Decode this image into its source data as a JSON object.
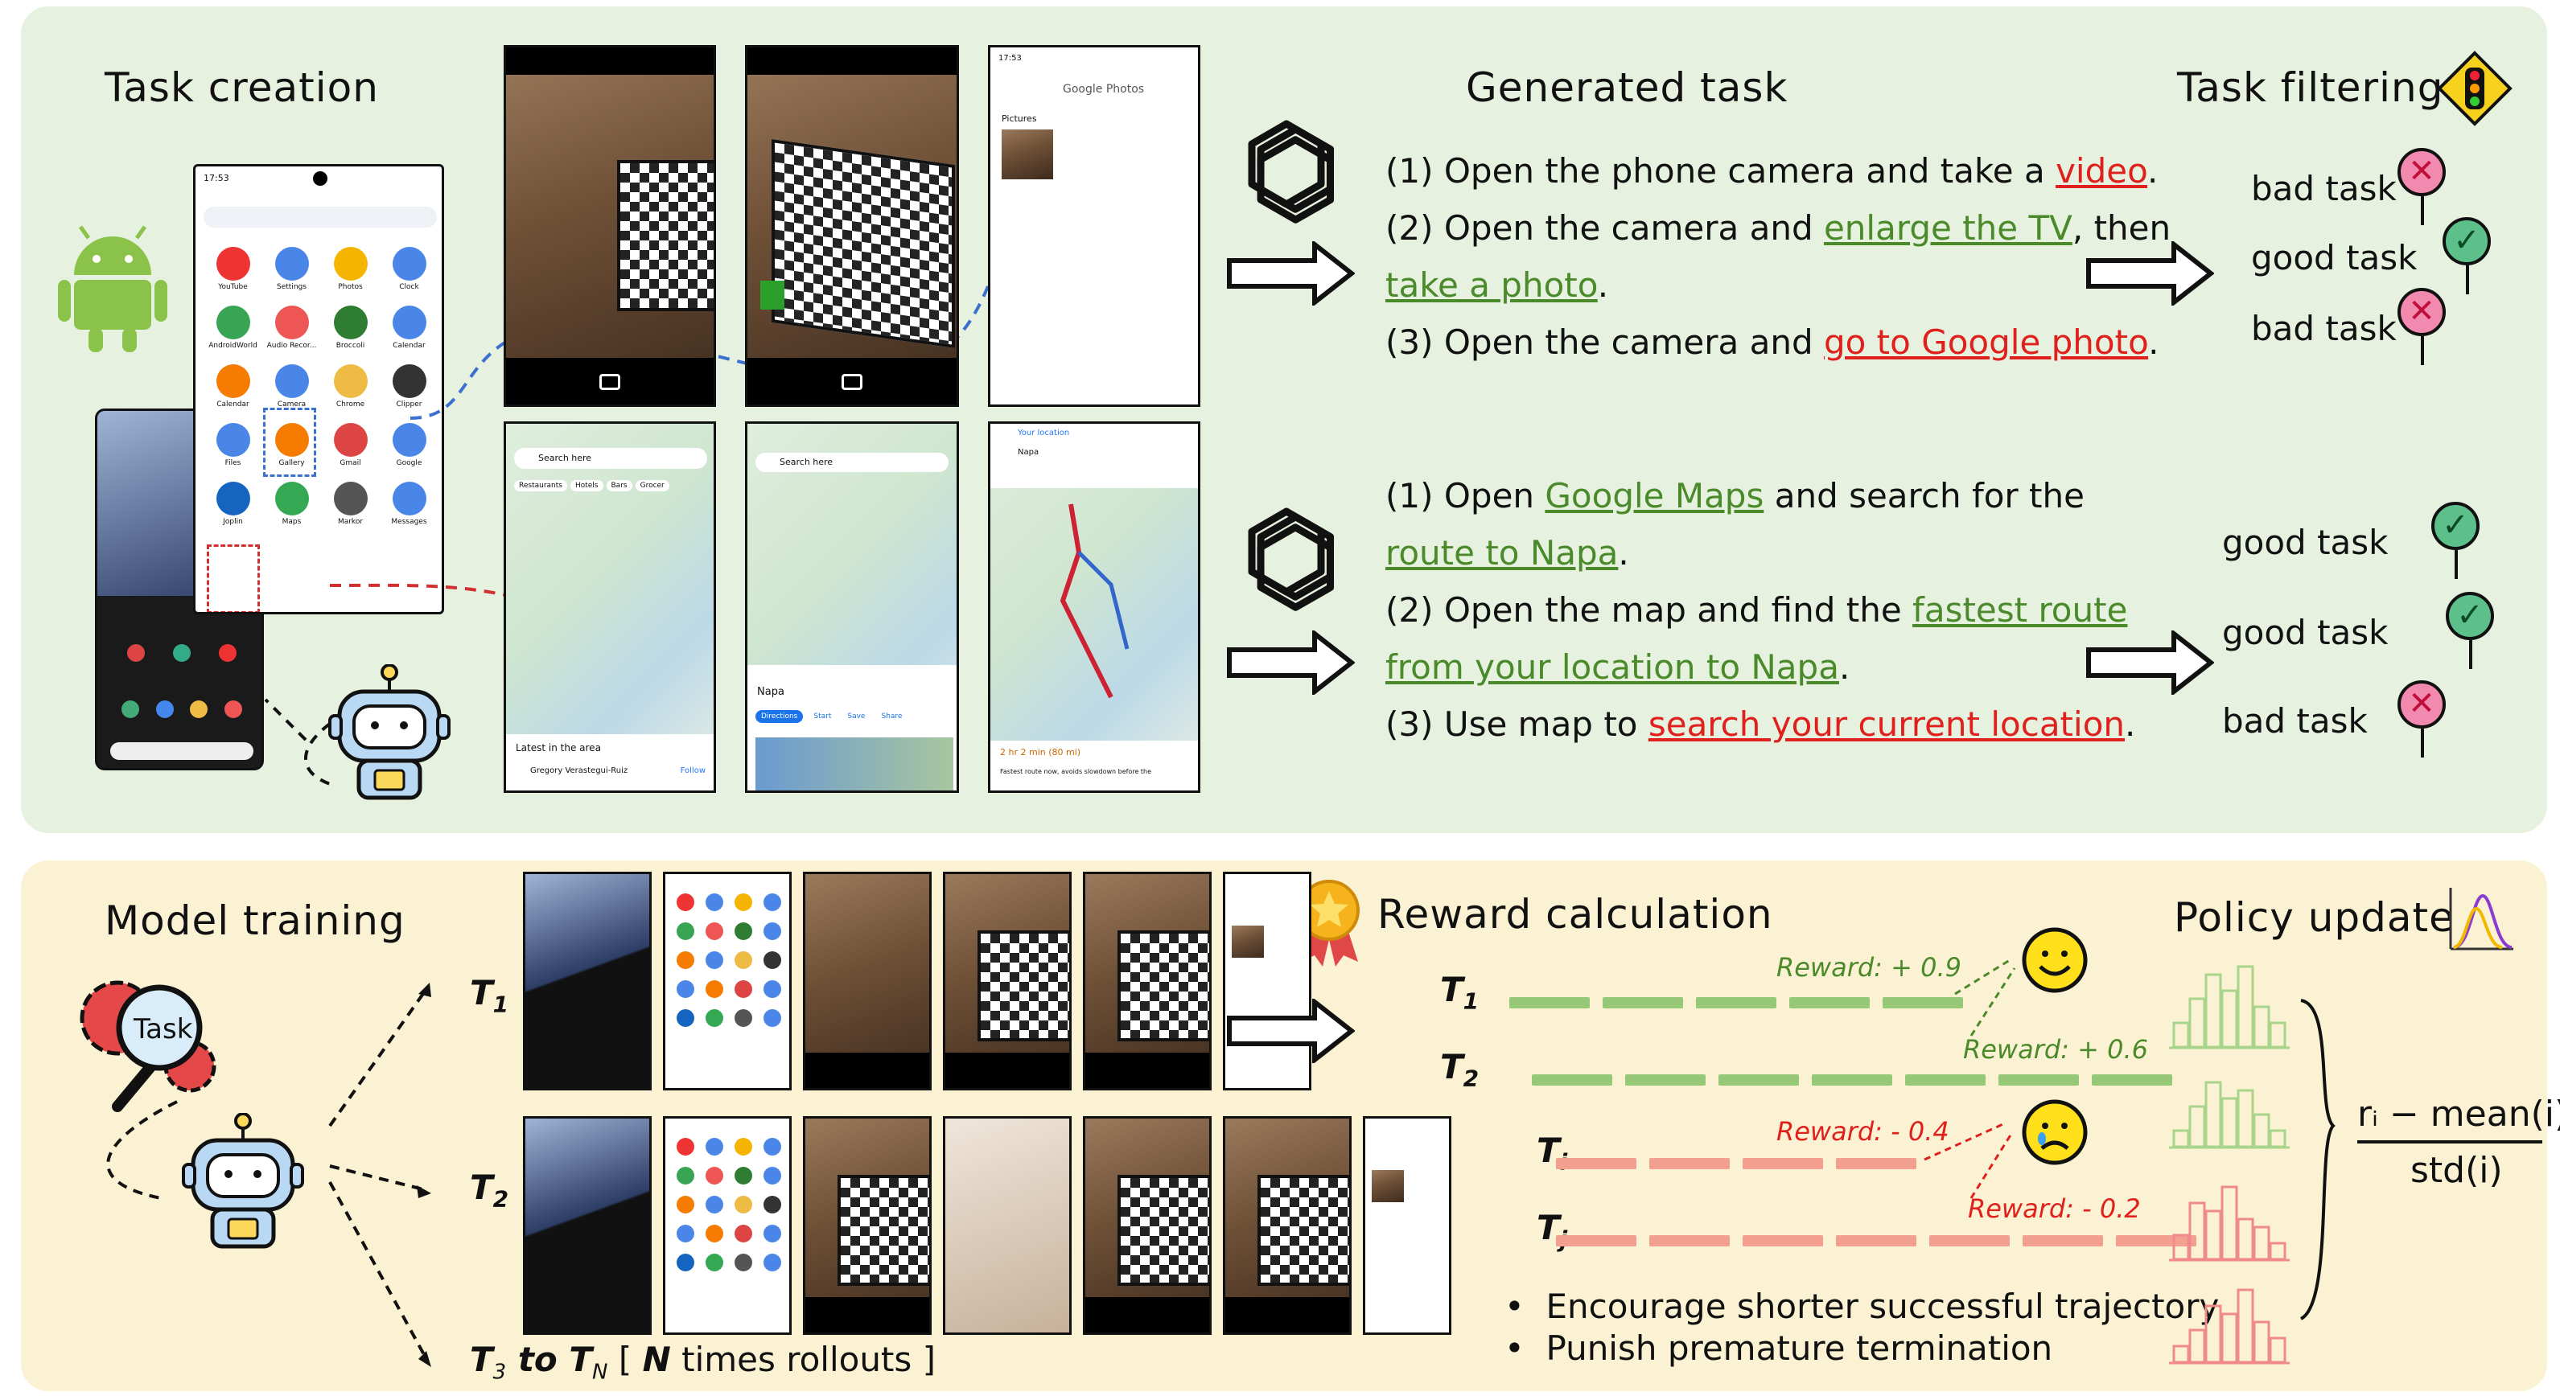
{
  "top": {
    "title_task_creation": "Task creation",
    "title_generated_task": "Generated task",
    "title_task_filtering": "Task filtering",
    "group1": [
      {
        "n": "(1) Open the phone camera and take a ",
        "hl": "video",
        "hl_color": "red",
        "tail": "."
      },
      {
        "n": "(2) Open the camera and ",
        "hl": "enlarge the TV",
        "hl_color": "green",
        "tail": ", then"
      },
      {
        "n": "",
        "hl": "take a photo",
        "hl_color": "green",
        "tail": "."
      },
      {
        "n": "(3) Open the camera and ",
        "hl": "go to Google photo",
        "hl_color": "red",
        "tail": "."
      }
    ],
    "group2": [
      {
        "n": "(1) Open ",
        "hl": "Google Maps",
        "hl_color": "green",
        "tail": " and search for the"
      },
      {
        "n": "",
        "hl": "route to Napa",
        "hl_color": "green",
        "tail": "."
      },
      {
        "n": "(2) Open the map and find the ",
        "hl": "fastest route",
        "hl_color": "green",
        "tail": ""
      },
      {
        "n": "",
        "hl": "from your location to Napa",
        "hl_color": "green",
        "tail": "."
      },
      {
        "n": "(3) Use map to ",
        "hl": "search your current location",
        "hl_color": "red",
        "tail": "."
      }
    ],
    "filter1": [
      "bad task",
      "good task",
      "bad task"
    ],
    "filter2": [
      "good task",
      "good task",
      "bad task"
    ],
    "phone_apps": [
      "YouTube",
      "Settings",
      "Photos",
      "Clock",
      "AndroidWorld",
      "Audio Recor...",
      "Broccoli",
      "Calendar",
      "Calendar",
      "Camera",
      "Chrome",
      "Clipper",
      "Files",
      "Gallery",
      "Gmail",
      "Google",
      "Joplin",
      "Maps",
      "Markor",
      "Messages"
    ],
    "phone_time": "17:53",
    "photos_app": "Google Photos",
    "photos_section": "Pictures",
    "maps_search": "Search here",
    "maps_chips": [
      "Restaurants",
      "Hotels",
      "Bars",
      "Grocer"
    ],
    "maps_latest": "Latest in the area",
    "maps_poster": "Gregory Verastegui-Ruiz",
    "maps_follow": "Follow",
    "napa_label": "Napa",
    "napa_buttons": [
      "Directions",
      "Start",
      "Save",
      "Share"
    ],
    "route_from": "Your location",
    "route_to": "Napa",
    "route_summary": "2 hr 2 min (80 mi)",
    "route_note": "Fastest route now, avoids slowdown before the"
  },
  "bottom": {
    "title_model_training": "Model training",
    "title_reward": "Reward calculation",
    "title_policy": "Policy update",
    "task_icon_label": "Task",
    "traj": [
      {
        "sym": "T",
        "sub": "1",
        "reward": "Reward: + 0.9",
        "color": "#96c878"
      },
      {
        "sym": "T",
        "sub": "2",
        "reward": "Reward: + 0.6",
        "color": "#96c878"
      },
      {
        "sym": "T",
        "sub": "i",
        "reward": "Reward: - 0.4",
        "color": "#f4a090"
      },
      {
        "sym": "T",
        "sub": "j",
        "reward": "Reward: - 0.2",
        "color": "#f4a090"
      }
    ],
    "rollout_label_a": "T",
    "rollout_sub_a": "3",
    "rollout_mid": " to ",
    "rollout_label_b": "T",
    "rollout_sub_b": "N",
    "rollout_bracket_open": "[ ",
    "rollout_n": "N",
    "rollout_rest": " times rollouts ]",
    "bullets": [
      "Encourage shorter successful trajectory",
      "Punish premature termination"
    ],
    "formula_num": "rᵢ − mean(i)",
    "formula_den": "std(i)"
  },
  "colors": {
    "green": "#4a8a2a",
    "red": "#e0201c",
    "green_panel": "#e6f1df",
    "yellow_panel": "#fbf2d3"
  },
  "icons": [
    "android-icon",
    "robot-icon",
    "openai-logo-icon",
    "traffic-light-icon",
    "medal-icon",
    "smile-icon",
    "sad-icon",
    "gear-magnifier-icon",
    "distribution-icon"
  ]
}
